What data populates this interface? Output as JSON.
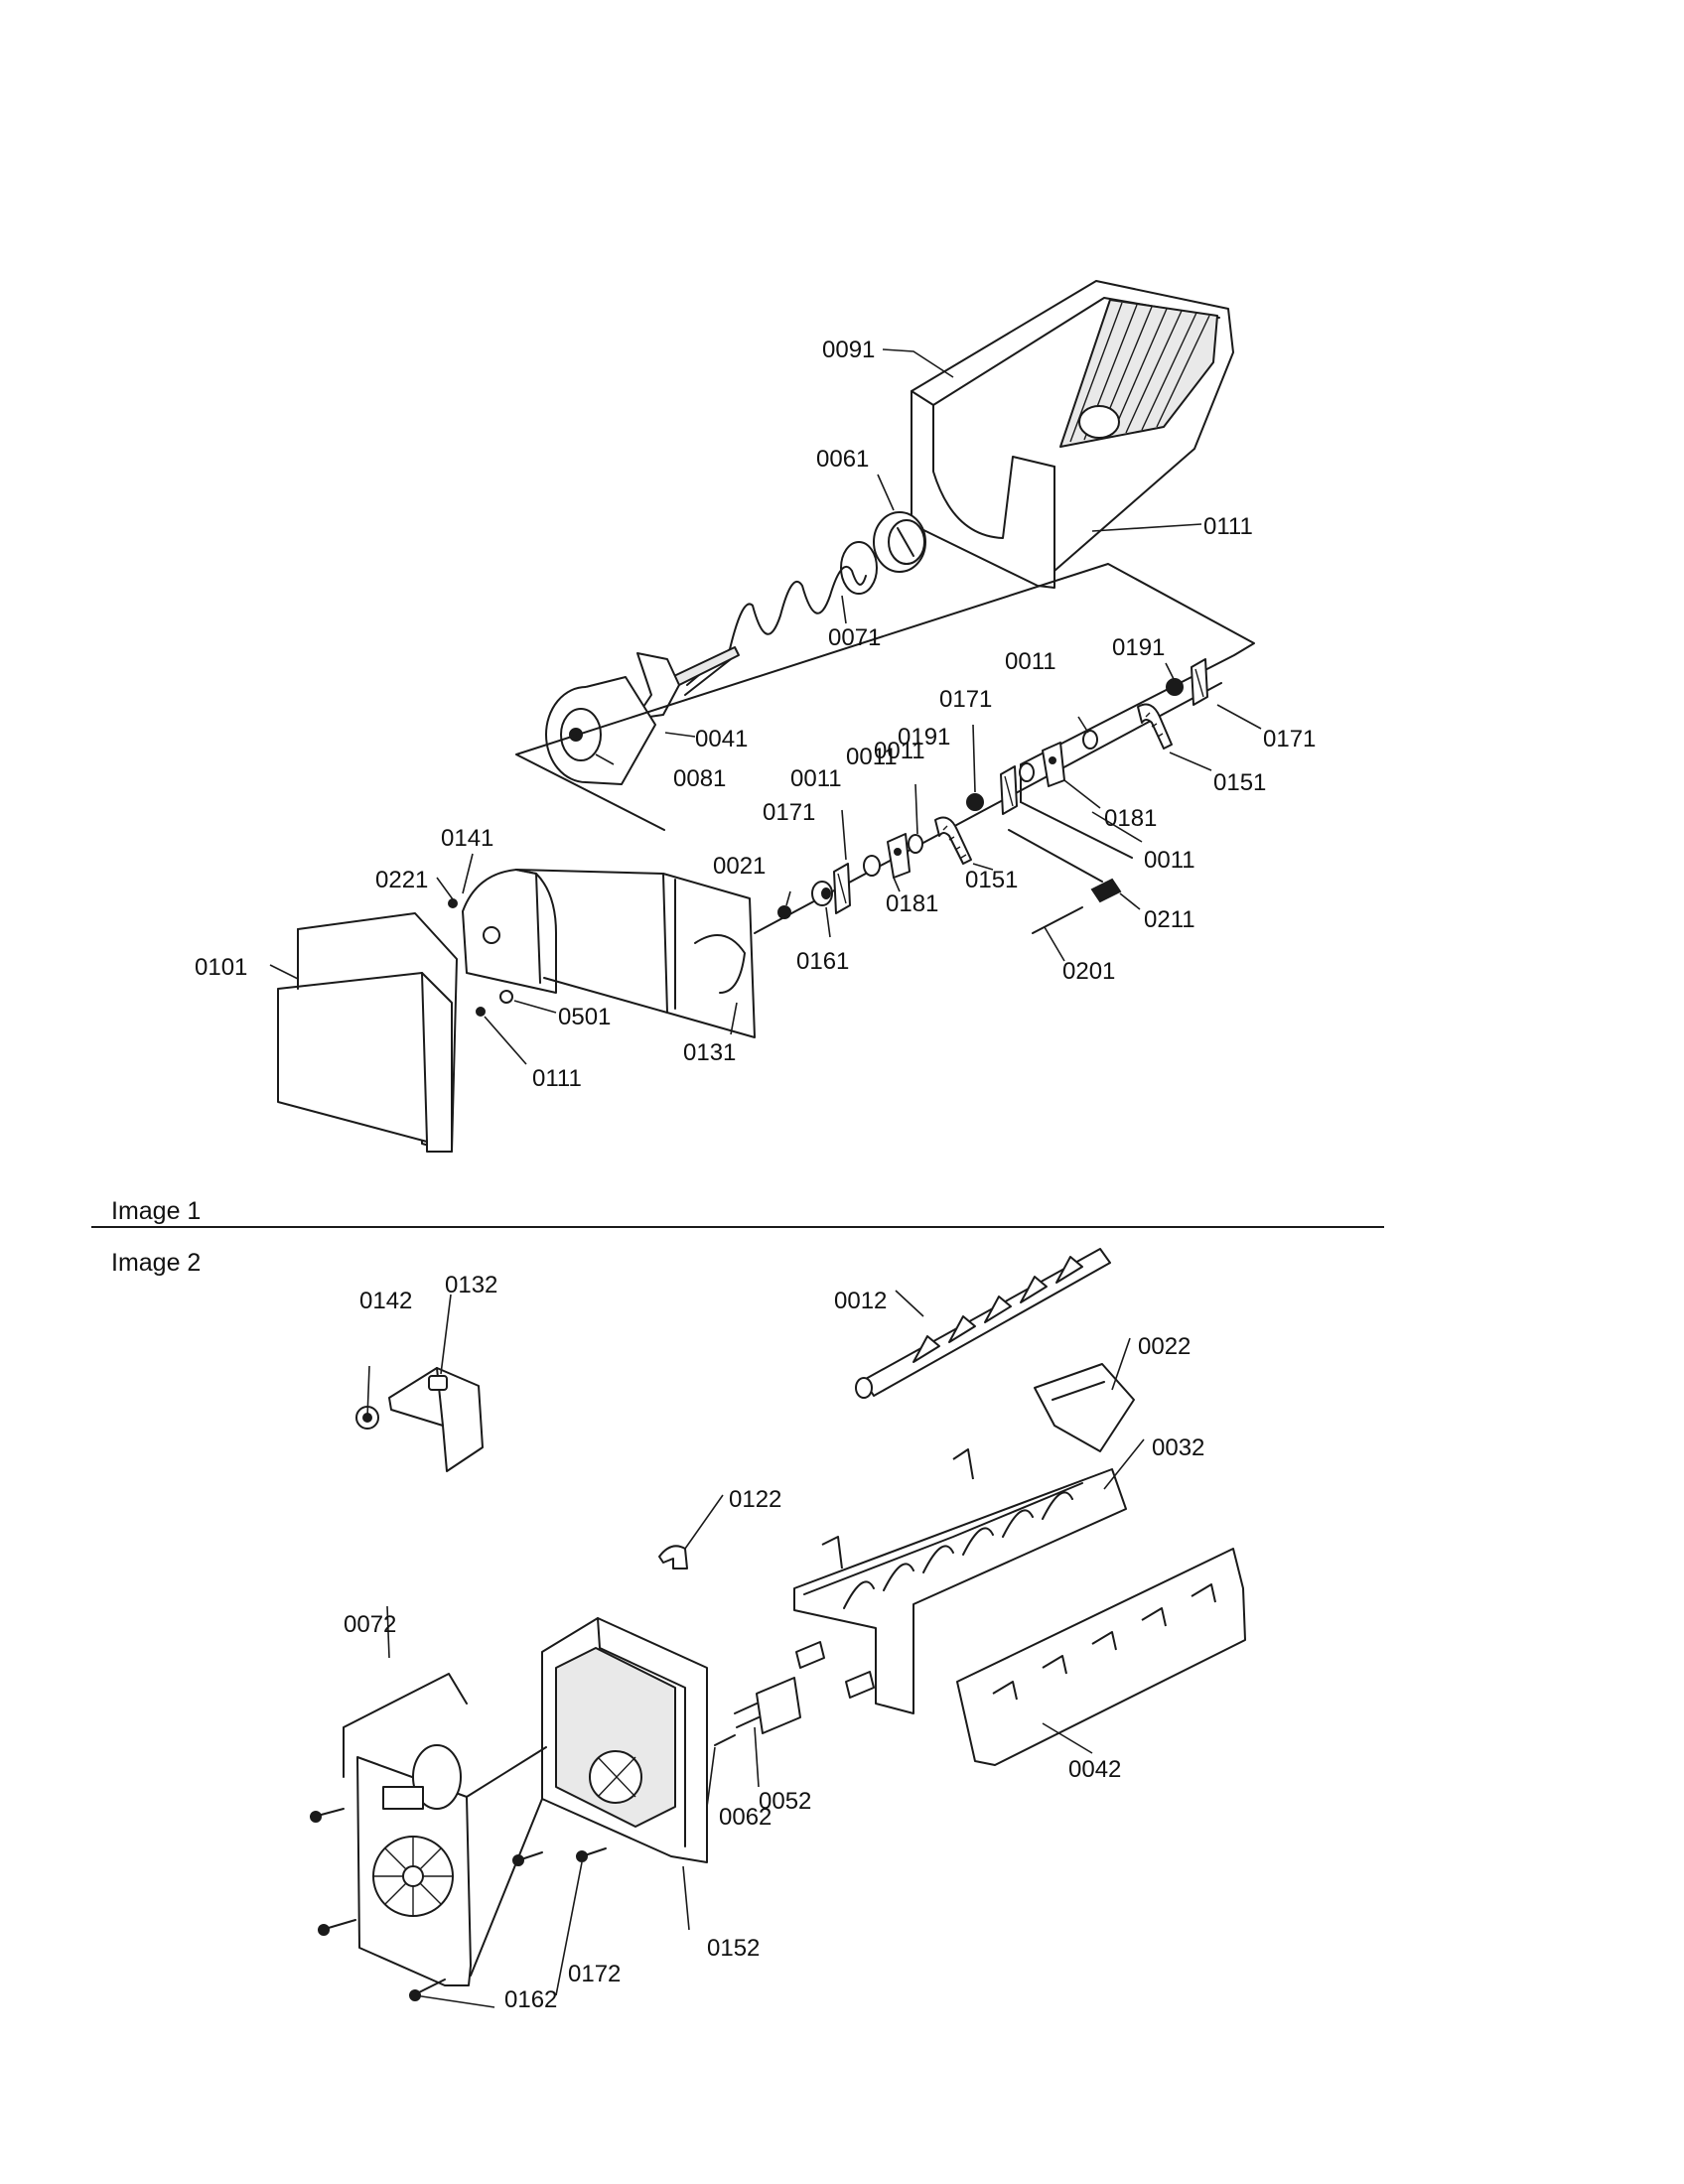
{
  "sections": {
    "image1_label": "Image 1",
    "image2_label": "Image 2"
  },
  "image1_callouts": [
    "0091",
    "0061",
    "0111",
    "0071",
    "0191",
    "0011",
    "0171",
    "0041",
    "0171",
    "0011",
    "0191",
    "0081",
    "0011",
    "0151",
    "0181",
    "0011",
    "0171",
    "0011",
    "0141",
    "0021",
    "0221",
    "0151",
    "0211",
    "0181",
    "0161",
    "0101",
    "0201",
    "0501",
    "0131",
    "0111"
  ],
  "image2_callouts": [
    "0142",
    "0132",
    "0012",
    "0022",
    "0032",
    "0122",
    "0072",
    "0042",
    "0052",
    "0062",
    "0152",
    "0172",
    "0162"
  ]
}
